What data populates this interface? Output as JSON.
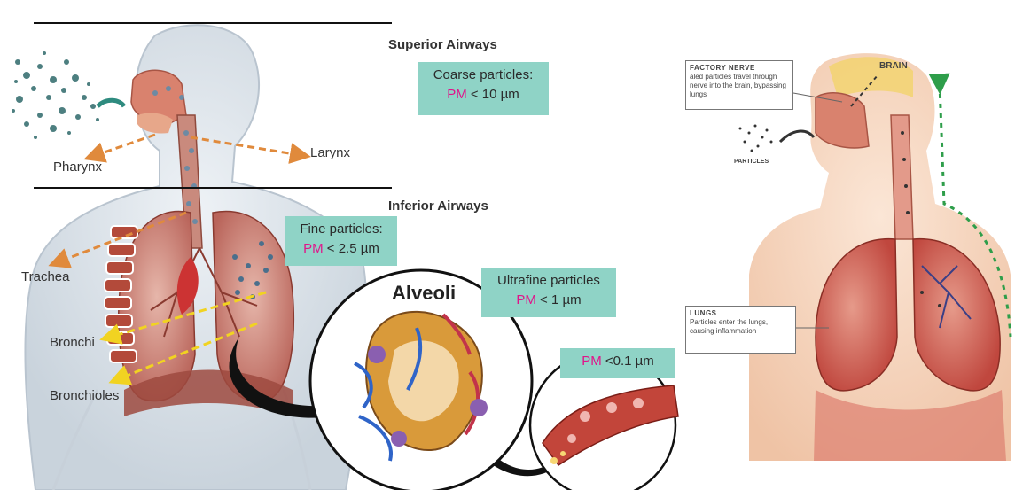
{
  "left_panel": {
    "sections": {
      "superior": "Superior Airways",
      "inferior": "Inferior Airways"
    },
    "anatomy_labels": {
      "pharynx": "Pharynx",
      "larynx": "Larynx",
      "trachea": "Trachea",
      "bronchi": "Bronchi",
      "bronchioles": "Bronchioles"
    },
    "alveoli_title": "Alveoli",
    "particle_boxes": {
      "coarse": {
        "line1": "Coarse particles:",
        "pm": "PM",
        "size": " < 10 µm"
      },
      "fine": {
        "line1": "Fine particles:",
        "pm": "PM",
        "size": " < 2.5 µm"
      },
      "ultrafine": {
        "line1": "Ultrafine particles",
        "pm": "PM",
        "size": " < 1 µm"
      },
      "nano": {
        "pm": "PM",
        "size": " <0.1 µm"
      }
    },
    "colors": {
      "box": "#8fd3c6",
      "pm_highlight": "#e0148a",
      "arrow_orange": "#e08a3c",
      "arrow_yellow": "#f1d321"
    }
  },
  "right_panel": {
    "brain": "BRAIN",
    "olfactory": {
      "title": "FACTORY NERVE",
      "text1": "aled particles travel through",
      "text2": "nerve into the brain, bypassing",
      "text3": "lungs"
    },
    "particles": "PARTICLES",
    "lungs": {
      "title": "LUNGS",
      "text1": "Particles enter the lungs,",
      "text2": "causing inflammation"
    }
  }
}
